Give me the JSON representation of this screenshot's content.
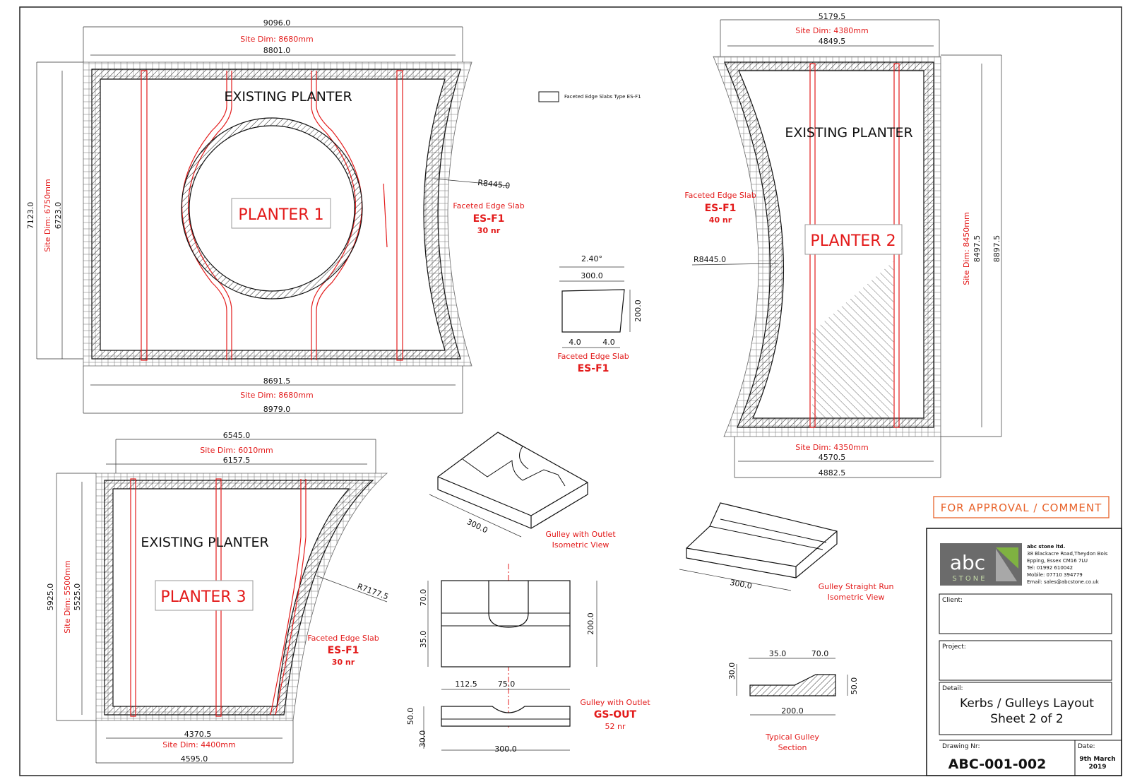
{
  "planter1": {
    "dims": {
      "top_outer": "9096.0",
      "top_site": "Site Dim: 8680mm",
      "top_inner": "8801.0",
      "bottom_inner": "8691.5",
      "bottom_site": "Site Dim: 8680mm",
      "bottom_outer": "8979.0",
      "left_outer": "7123.0",
      "left_site": "Site Dim: 6750mm",
      "left_inner": "6723.0",
      "radius": "R8445.0"
    },
    "existing_label": "EXISTING PLANTER",
    "planter_label": "PLANTER 1",
    "slab_callout": {
      "line1": "Faceted Edge Slab",
      "line2": "ES-F1",
      "line3": "30 nr"
    }
  },
  "planter2": {
    "dims": {
      "top_outer": "5179.5",
      "top_site": "Site Dim: 4380mm",
      "top_inner": "4849.5",
      "bottom_site": "Site Dim: 4350mm",
      "bottom_inner": "4570.5",
      "bottom_outer": "4882.5",
      "right_site": "Site Dim: 8450mm",
      "right_inner": "8497.5",
      "right_outer": "8897.5",
      "radius": "R8445.0"
    },
    "existing_label": "EXISTING PLANTER",
    "planter_label": "PLANTER 2",
    "slab_callout": {
      "line1": "Faceted Edge Slab",
      "line2": "ES-F1",
      "line3": "40 nr"
    }
  },
  "planter3": {
    "dims": {
      "top_outer": "6545.0",
      "top_site": "Site Dim: 6010mm",
      "top_inner": "6157.5",
      "bottom_inner": "4370.5",
      "bottom_site": "Site Dim: 4400mm",
      "bottom_outer": "4595.0",
      "left_outer": "5925.0",
      "left_site": "Site Dim: 5500mm",
      "left_inner": "5525.0",
      "radius": "R7177.5"
    },
    "existing_label": "EXISTING PLANTER",
    "planter_label": "PLANTER 3",
    "slab_callout": {
      "line1": "Faceted Edge Slab",
      "line2": "ES-F1",
      "line3": "30 nr"
    }
  },
  "legend": {
    "label": "Faceted Edge Slabs Type ES-F1"
  },
  "slab_detail": {
    "angle": "2.40°",
    "width": "300.0",
    "height": "200.0",
    "left": "4.0",
    "right": "4.0",
    "title1": "Faceted Edge Slab",
    "title2": "ES-F1"
  },
  "iso_outlet": {
    "dim": "300.0",
    "caption1": "Gulley with Outlet",
    "caption2": "Isometric View"
  },
  "iso_straight": {
    "dim": "300.0",
    "caption1": "Gulley Straight Run",
    "caption2": "Isometric View"
  },
  "gulley_outlet": {
    "d70": "70.0",
    "d35": "35.0",
    "d200": "200.0",
    "d112": "112.5",
    "d75": "75.0",
    "d50": "50.0",
    "d30": "30.0",
    "d300": "300.0",
    "title1": "Gulley with Outlet",
    "title2": "GS-OUT",
    "title3": "52 nr"
  },
  "gulley_section": {
    "d35": "35.0",
    "d70": "70.0",
    "d30": "30.0",
    "d50": "50.0",
    "d200": "200.0",
    "caption1": "Typical Gulley",
    "caption2": "Section"
  },
  "approval": "FOR APPROVAL / COMMENT",
  "title_block": {
    "logo_main": "abc",
    "logo_sub": "STONE",
    "company": "abc stone ltd.",
    "addr1": "38 Blackacre Road,Theydon Bois",
    "addr2": "Epping, Essex  CM16 7LU",
    "tel": "Tel: 01992 610042",
    "mobile": "Mobile: 07710 394779",
    "email": "Email: sales@abcstone.co.uk",
    "client_label": "Client:",
    "project_label": "Project:",
    "detail_label": "Detail:",
    "detail1": "Kerbs / Gulleys Layout",
    "detail2": "Sheet 2 of 2",
    "drawing_label": "Drawing Nr:",
    "drawing_nr": "ABC-001-002",
    "date_label": "Date:",
    "date1": "9th March",
    "date2": "2019"
  },
  "colors": {
    "red": "#e31b1b",
    "logo_bg": "#6b6b6b",
    "logo_green": "#7fb241",
    "approval": "#e8632b"
  }
}
